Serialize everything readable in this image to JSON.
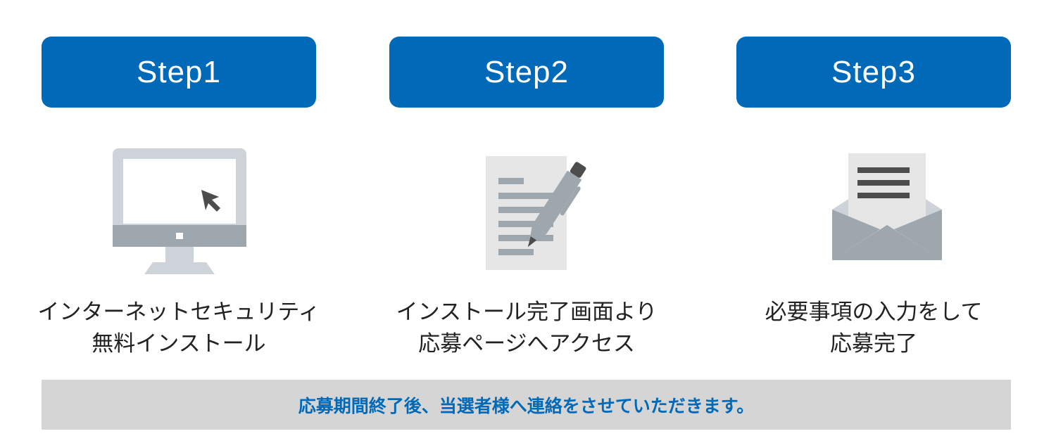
{
  "steps": [
    {
      "label": "Step1",
      "line1": "インターネットセキュリティ",
      "line2": "無料インストール",
      "icon": "monitor-icon"
    },
    {
      "label": "Step2",
      "line1": "インストール完了画面より",
      "line2": "応募ページへアクセス",
      "icon": "document-pen-icon"
    },
    {
      "label": "Step3",
      "line1": "必要事項の入力をして",
      "line2": "応募完了",
      "icon": "envelope-letter-icon"
    }
  ],
  "banner": {
    "text": "応募期間終了後、当選者様へ連絡をさせていただきます。"
  },
  "colors": {
    "accent": "#006ab9",
    "banner_bg": "#d5d5d5",
    "icon_gray": "#9ea7ad",
    "icon_light": "#cdd3d8"
  }
}
